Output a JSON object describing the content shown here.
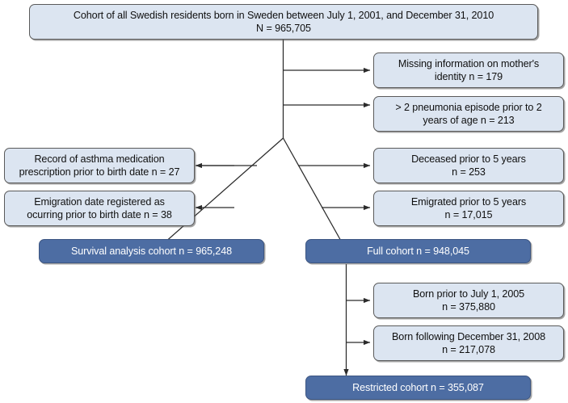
{
  "diagram": {
    "title": "Cohort selection flow diagram",
    "colors": {
      "light_box_fill": "#dce5f1",
      "dark_box_fill": "#4d6da3",
      "box_border": "#5a5a5a",
      "connector": "#2b2b2b",
      "light_box_text": "#101010",
      "dark_box_text": "#ffffff",
      "background": "#ffffff"
    },
    "nodes": {
      "source_cohort": "Cohort of all Swedish residents born in Sweden between July 1, 2001, and December 31, 2010\nN = 965,705",
      "excl_mother_identity": "Missing information on mother's\nidentity n = 179",
      "excl_pneumonia": "> 2 pneumonia episode prior to 2\nyears of age n = 213",
      "excl_deceased": "Deceased prior to 5 years\nn = 253",
      "excl_emigrated": "Emigrated prior to 5 years\nn = 17,015",
      "excl_asthma_medication": "Record of asthma medication\nprescription prior to birth date n = 27",
      "excl_emigration_date": "Emigration date registered as\nocurring prior to birth date n = 38",
      "survival_cohort": "Survival analysis cohort n = 965,248",
      "full_cohort": "Full cohort n = 948,045",
      "excl_born_prior": "Born prior to July 1, 2005\nn = 375,880",
      "excl_born_following": "Born following December 31, 2008\nn = 217,078",
      "restricted_cohort": "Restricted cohort n = 355,087"
    }
  }
}
